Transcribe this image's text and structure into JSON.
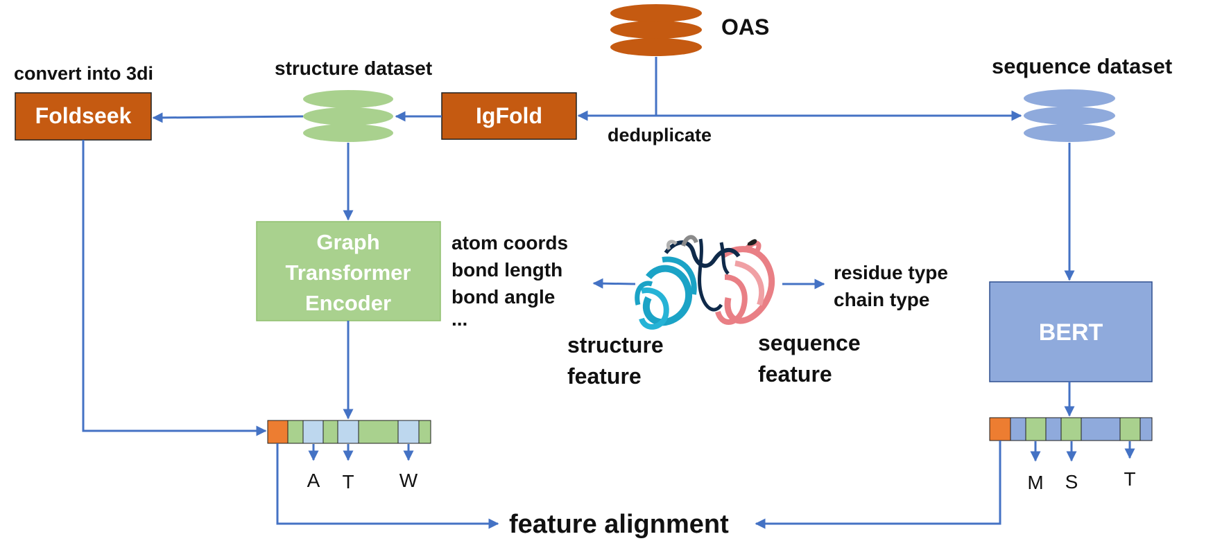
{
  "colors": {
    "orange": "#c55a11",
    "green": "#a9d18e",
    "blue": "#8faadc",
    "light_blue": "#bdd7ee",
    "token_orange": "#ed7d31",
    "arrow": "#4472c4",
    "protein_cyan": "#1ba3c6",
    "protein_dark": "#0f2a4a",
    "protein_pink": "#e97f85"
  },
  "labels": {
    "oas": "OAS",
    "structure_dataset": "structure dataset",
    "sequence_dataset": "sequence dataset",
    "convert_into": "convert into 3di",
    "deduplicate": "deduplicate",
    "atom_coords": "atom coords",
    "bond_length": "bond length",
    "bond_angle": "bond angle",
    "ellipsis": "...",
    "residue_type": "residue type",
    "chain_type": "chain type",
    "structure_feature_1": "structure",
    "structure_feature_2": "feature",
    "sequence_feature_1": "sequence",
    "sequence_feature_2": "feature",
    "feature_alignment": "feature alignment"
  },
  "boxes": {
    "foldseek": "Foldseek",
    "igfold": "IgFold",
    "encoder_line1": "Graph",
    "encoder_line2": "Transformer",
    "encoder_line3": "Encoder",
    "bert": "BERT"
  },
  "tokens": {
    "structure_outputs": [
      "A",
      "T",
      "W"
    ],
    "sequence_outputs": [
      "M",
      "S",
      "T"
    ]
  },
  "icons": {
    "datasets": "database-stack-icon",
    "protein": "protein-ribbon-icon"
  }
}
